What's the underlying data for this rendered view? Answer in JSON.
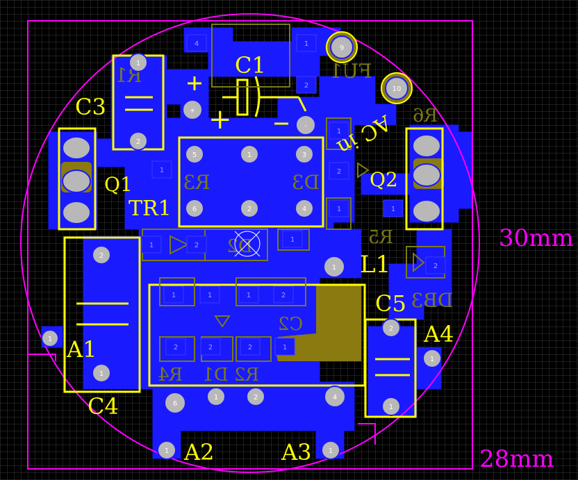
{
  "board": {
    "dim_width": "30mm",
    "dim_height": "28mm"
  },
  "silk_labels": [
    {
      "id": "C1",
      "text": "C1"
    },
    {
      "id": "C3",
      "text": "C3"
    },
    {
      "id": "Q1",
      "text": "Q1"
    },
    {
      "id": "TR1",
      "text": "TR1"
    },
    {
      "id": "Q2",
      "text": "Q2"
    },
    {
      "id": "L1",
      "text": "L1"
    },
    {
      "id": "C5",
      "text": "C5"
    },
    {
      "id": "A4",
      "text": "A4"
    },
    {
      "id": "A1",
      "text": "A1"
    },
    {
      "id": "C4",
      "text": "C4"
    },
    {
      "id": "A2",
      "text": "A2"
    },
    {
      "id": "A3",
      "text": "A3"
    },
    {
      "id": "ACIN",
      "text": "AC in"
    },
    {
      "id": "PLUS",
      "text": "+"
    }
  ],
  "mirror_labels": [
    {
      "id": "R1",
      "text": "R1"
    },
    {
      "id": "FU1",
      "text": "FU1"
    },
    {
      "id": "R6",
      "text": "R6"
    },
    {
      "id": "R3",
      "text": "R3"
    },
    {
      "id": "D3",
      "text": "D3"
    },
    {
      "id": "D2",
      "text": "D2"
    },
    {
      "id": "R5",
      "text": "R5"
    },
    {
      "id": "DB3",
      "text": "DB3"
    },
    {
      "id": "C2",
      "text": "C2"
    },
    {
      "id": "R4",
      "text": "R4"
    },
    {
      "id": "D1",
      "text": "D1"
    },
    {
      "id": "R2",
      "text": "R2"
    }
  ],
  "pads": [
    {
      "id": "p9",
      "num": "9"
    },
    {
      "id": "p10",
      "num": "10"
    },
    {
      "id": "c3_1",
      "num": "1"
    },
    {
      "id": "c3_2",
      "num": "2"
    },
    {
      "id": "c1_plus",
      "num": "+"
    },
    {
      "id": "c1_minus",
      "num": "-"
    },
    {
      "id": "tr5",
      "num": "5"
    },
    {
      "id": "tr1",
      "num": "1"
    },
    {
      "id": "tr3",
      "num": "3"
    },
    {
      "id": "tr6",
      "num": "6"
    },
    {
      "id": "tr2",
      "num": "2"
    },
    {
      "id": "tr4",
      "num": "4"
    },
    {
      "id": "l1_1",
      "num": "1"
    },
    {
      "id": "c4_2",
      "num": "2"
    },
    {
      "id": "c4_1",
      "num": "1"
    },
    {
      "id": "a1",
      "num": "1"
    },
    {
      "id": "c5_2",
      "num": "2"
    },
    {
      "id": "c5_1",
      "num": "1"
    },
    {
      "id": "a4",
      "num": "1"
    },
    {
      "id": "b6",
      "num": "6"
    },
    {
      "id": "b1",
      "num": "1"
    },
    {
      "id": "b2",
      "num": "2"
    },
    {
      "id": "b4",
      "num": "4"
    },
    {
      "id": "a2",
      "num": "1"
    },
    {
      "id": "a3",
      "num": "1"
    }
  ],
  "smd_pads": [
    {
      "id": "s_c1_4",
      "num": "4"
    },
    {
      "id": "s_c1_1",
      "num": "1"
    },
    {
      "id": "s_c1_2",
      "num": "2"
    },
    {
      "id": "s_r3_1",
      "num": "1"
    },
    {
      "id": "s_d2_1",
      "num": "1"
    },
    {
      "id": "s_d2_2",
      "num": "2"
    },
    {
      "id": "s_r5_1",
      "num": "1"
    },
    {
      "id": "s_db3_2",
      "num": "2"
    },
    {
      "id": "s_r4_1",
      "num": "1"
    },
    {
      "id": "s_r4_2",
      "num": "2"
    },
    {
      "id": "s_d1_1",
      "num": "1"
    },
    {
      "id": "s_d1_2",
      "num": "2"
    },
    {
      "id": "s_c2_1",
      "num": "1"
    },
    {
      "id": "s_c2_2",
      "num": "2"
    },
    {
      "id": "s_r2_1",
      "num": "1"
    },
    {
      "id": "s_r2_2",
      "num": "2"
    },
    {
      "id": "s_q2_1",
      "num": "1"
    },
    {
      "id": "s_q2_2",
      "num": "2"
    },
    {
      "id": "s_q2_3",
      "num": "1"
    },
    {
      "id": "s_q1_1",
      "num": "1"
    }
  ],
  "colors": {
    "background": "#000000",
    "grid": "#3a3a3a",
    "copper_bottom": "#1a1aff",
    "copper_pour": "#8a7a10",
    "silk_top": "#ffff00",
    "silk_bottom": "#7a7a1a",
    "outline": "#ff00ff",
    "pad": "#b8b8b8",
    "pad_text": "#ffffff"
  }
}
